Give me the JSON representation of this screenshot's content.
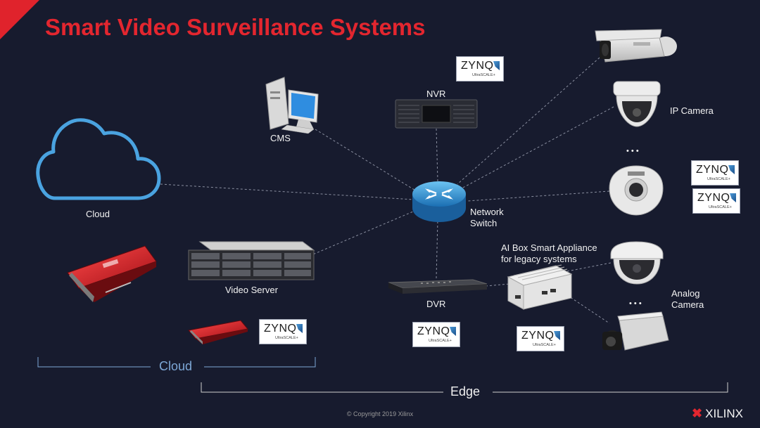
{
  "title": "Smart Video Surveillance Systems",
  "nodes": {
    "nvr": "NVR",
    "cms": "CMS",
    "cloud_node": "Cloud",
    "network_switch_line1": "Network",
    "network_switch_line2": "Switch",
    "ip_camera": "IP Camera",
    "ai_box_line1": "AI Box Smart Appliance",
    "ai_box_line2": "for legacy systems",
    "video_server": "Video Server",
    "dvr": "DVR",
    "analog_line1": "Analog",
    "analog_line2": "Camera",
    "ellipsis": "• • •"
  },
  "zynq": {
    "brand": "ZYNQ",
    "sub": "UltraSCALE+"
  },
  "brackets": {
    "cloud": "Cloud",
    "edge": "Edge"
  },
  "footer": {
    "copyright": "© Copyright 2019 Xilinx",
    "logo": "XILINX"
  },
  "colors": {
    "background": "#171b2e",
    "title_red": "#e3262f",
    "accent_blue": "#4aa3e0",
    "link_gray": "#8a8fa0"
  },
  "icons": [
    "cloud-icon",
    "desktop-computer-icon",
    "nvr-recorder-icon",
    "network-switch-icon",
    "bullet-camera-icon",
    "dome-camera-icon",
    "fisheye-camera-icon",
    "rack-server-icon",
    "accelerator-card-icon",
    "dvr-recorder-icon",
    "ai-box-icon",
    "box-camera-icon",
    "xilinx-logo-icon"
  ]
}
